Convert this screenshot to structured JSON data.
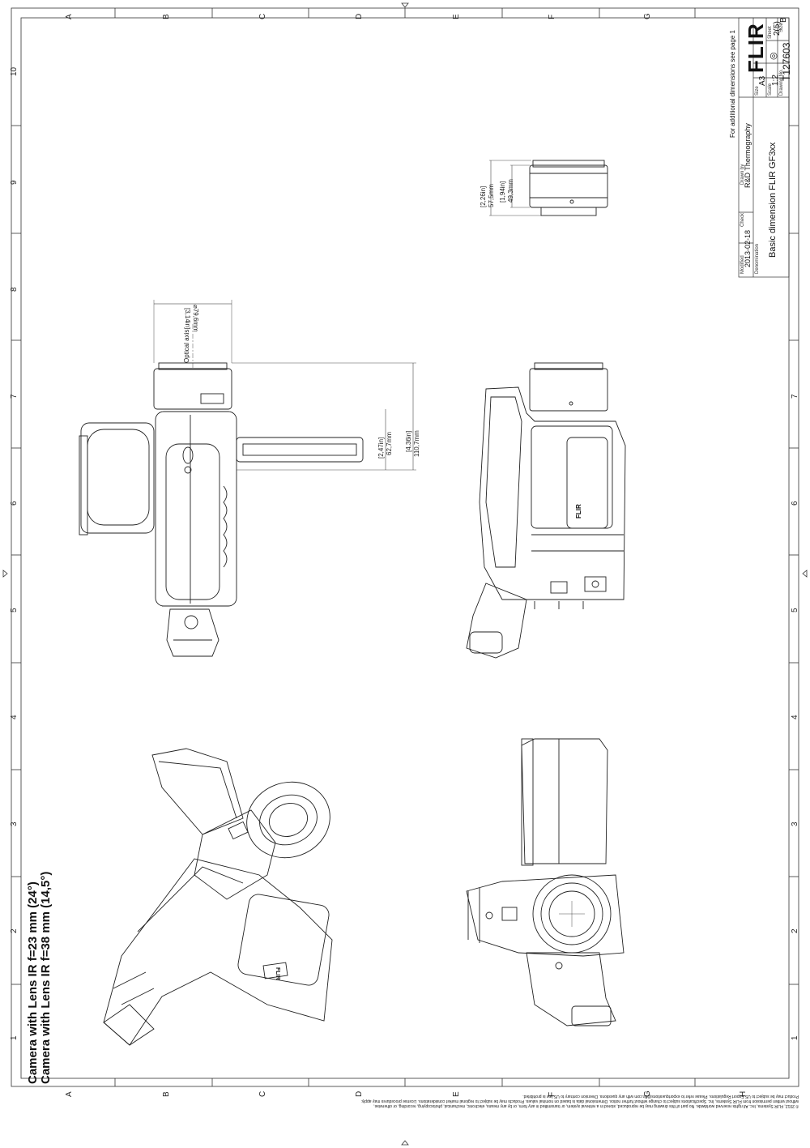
{
  "zones_columns": [
    "A",
    "B",
    "C",
    "D",
    "E",
    "F",
    "G",
    "H"
  ],
  "zones_rows": [
    "1",
    "2",
    "3",
    "4",
    "5",
    "6",
    "7",
    "8",
    "9",
    "10"
  ],
  "title_block": {
    "note": "For additional dimensions see page 1",
    "brand": "FLIR",
    "size_label": "Size",
    "size_value": "A3",
    "sheet_label": "Sheet",
    "sheet_value": "2(5)",
    "scale_label": "Scale",
    "scale_value": "1:2",
    "drawing_no_label": "Drawing No.",
    "drawing_no": "T127603",
    "rev_label": "Size",
    "rev_value": "B",
    "drawn_by_label": "Drawn by",
    "drawn_by": "R&D Thermography",
    "check_label": "Check",
    "modified_label": "Modified",
    "modified": "2013-02-18",
    "denomination_label": "Denomination",
    "denomination": "Basic dimension FLIR GF3xx"
  },
  "caption": {
    "line1": "Camera with Lens IR f=23 mm (24°)",
    "line2": "Camera with Lens IR f=38 mm (14,5°)"
  },
  "dimensions": {
    "lens_dia_mm": "⌀79,6mm",
    "lens_dia_in": "[3,14in]",
    "optical_axis": "Optical axis",
    "h1_in": "[2,47in]",
    "h1_mm": "62,7mm",
    "h2_in": "[4,36in]",
    "h2_mm": "110,7mm",
    "lens_len1_in": "[2,26in]",
    "lens_len1_mm": "57,5mm",
    "lens_len2_in": "[1,94in]",
    "lens_len2_mm": "49,3mm"
  },
  "logo_text": "FLIR",
  "copyright": {
    "line1": "© 2012, FLIR Systems, Inc. All rights reserved worldwide. No part of this drawing may be reproduced, stored in a retrieval system, or transmitted in any form, or by any means, electronic, mechanical, photocopying, recording, or otherwise,",
    "line2": "without written permission from FLIR Systems, Inc. Specifications subject to change without further notice. Dimensional data is based on nominal values. Products may be subject to regional market considerations. License procedures may apply.",
    "line3": "Product may be subject to US Export Regulations. Please refer to exportquestions@flir.com with any questions. Diversion contrary to US law is prohibited."
  }
}
